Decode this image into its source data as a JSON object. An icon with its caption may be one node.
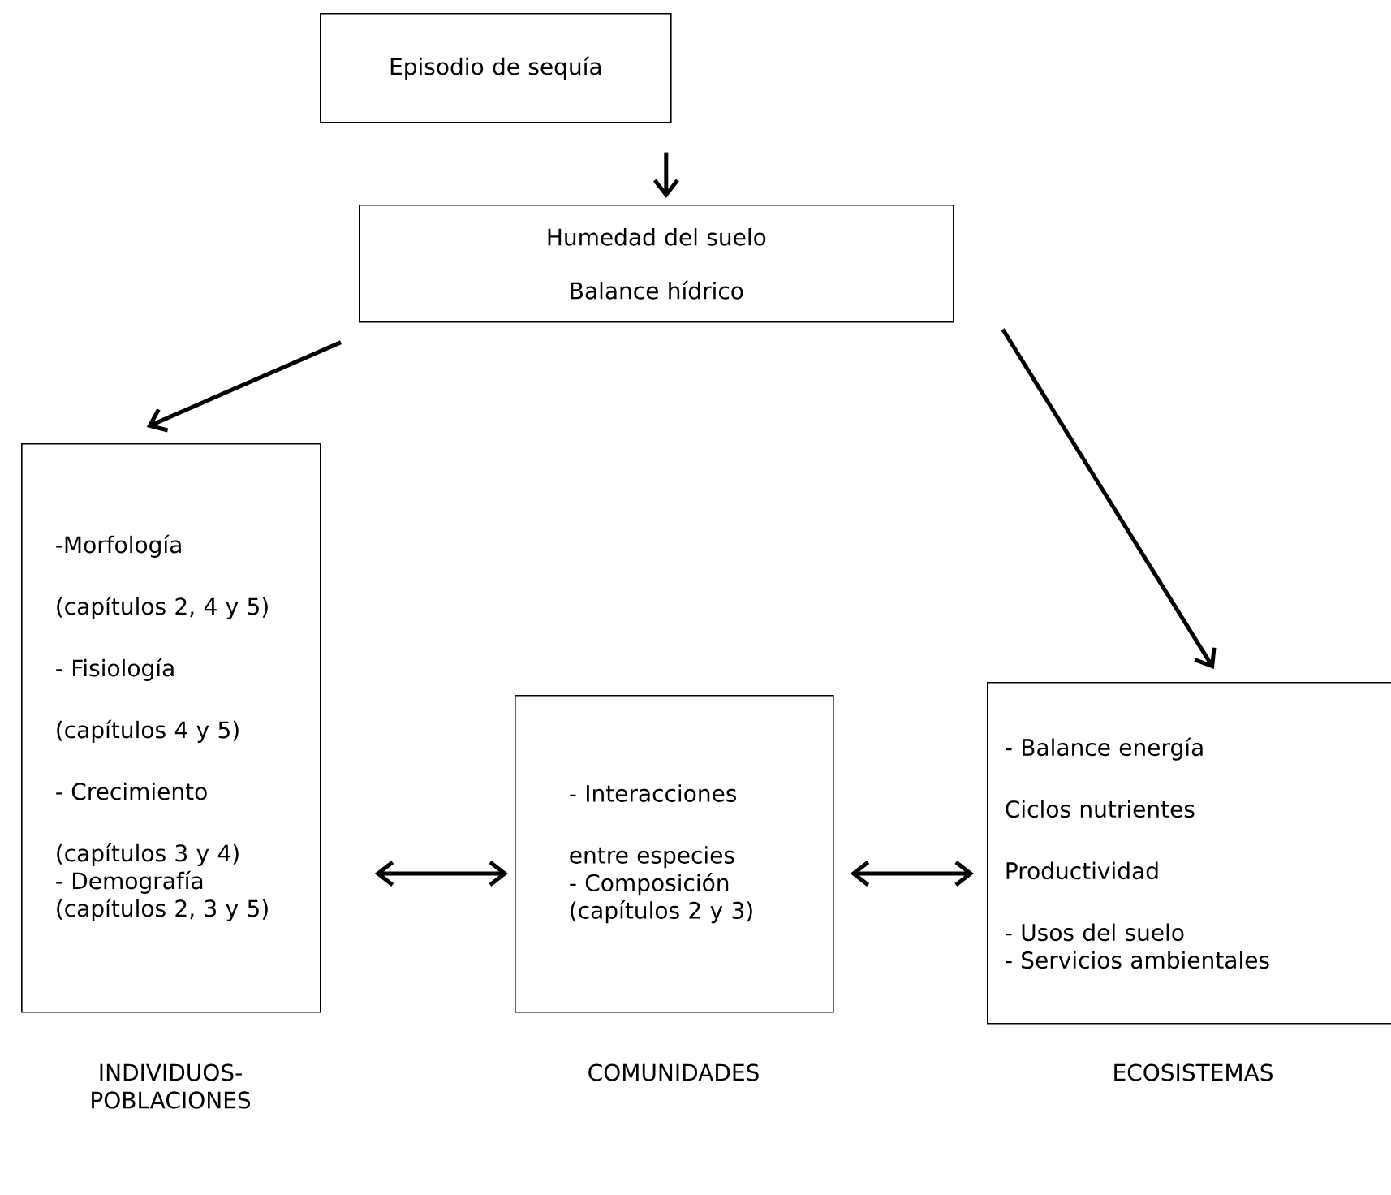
{
  "diagram": {
    "nodes": [
      {
        "text": [
          "Episodio de sequía"
        ]
      },
      {
        "text": [
          "Humedad del suelo",
          "Balance hídrico"
        ]
      },
      {
        "text": [
          "-Morfología (capítulos 2, 4 y 5)",
          "- Fisiología (capítulos 4 y 5)",
          "- Crecimiento (capítulos 3 y 4)",
          "- Demografía (capítulos 2, 3 y 5)"
        ],
        "beside": [
          "INDIVIDUOS- POBLACIONES"
        ]
      },
      {
        "text": [
          "- Interacciones entre especies",
          "- Composición (capítulos 2 y 3)"
        ],
        "beside": [
          "COMUNIDADES"
        ]
      },
      {
        "text": [
          "- Balance energía",
          "Ciclos nutrientes",
          "Productividad",
          "- Usos del suelo",
          "- Servicios ambientales"
        ],
        "beside": [
          "ECOSISTEMAS"
        ]
      }
    ],
    "edges": [
      {
        "from": 0,
        "to": 1,
        "arrow": "to"
      },
      {
        "from": 1,
        "to": 2,
        "arrow": "to"
      },
      {
        "from": 1,
        "to": 4,
        "arrow": "to"
      },
      {
        "from": 2,
        "to": 3,
        "arrow": "both"
      },
      {
        "from": 3,
        "to": 4,
        "arrow": "both"
      }
    ]
  }
}
